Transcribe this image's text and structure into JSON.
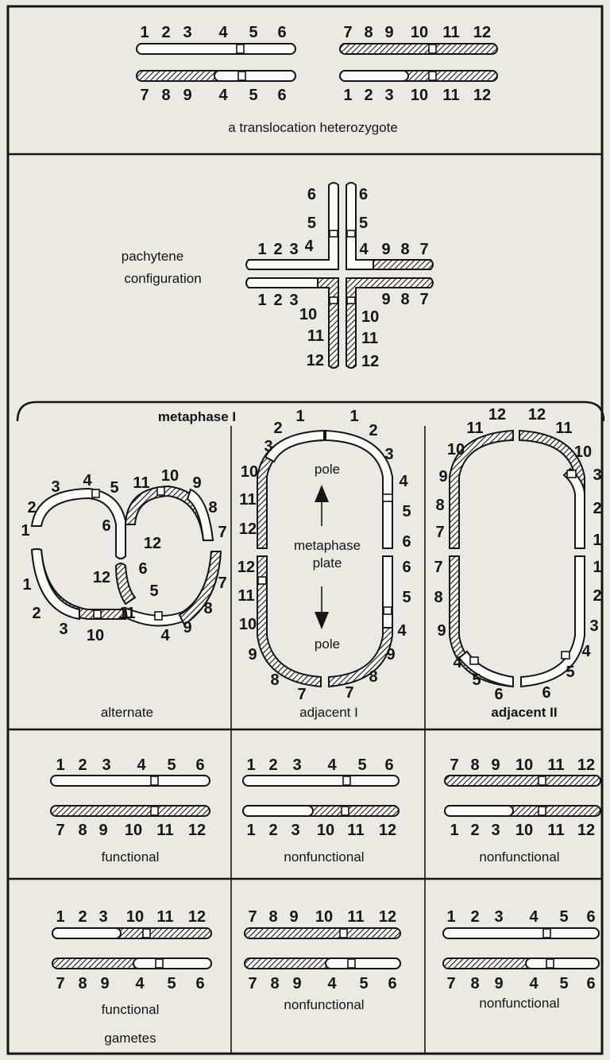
{
  "panel_top": {
    "top_left_numbers": [
      "1",
      "2",
      "3",
      "4",
      "5",
      "6"
    ],
    "top_right_numbers": [
      "7",
      "8",
      "9",
      "10",
      "11",
      "12"
    ],
    "bottom_left_numbers": [
      "7",
      "8",
      "9",
      "4",
      "5",
      "6"
    ],
    "bottom_right_numbers": [
      "1",
      "2",
      "3",
      "10",
      "11",
      "12"
    ],
    "caption": "a translocation heterozygote"
  },
  "panel_pachytene": {
    "label_line1": "pachytene",
    "label_line2": "configuration",
    "arm_up_left": [
      "6",
      "5"
    ],
    "arm_up_right": [
      "6",
      "5"
    ],
    "arm_left_top": [
      "1",
      "2",
      "3",
      "4"
    ],
    "arm_right_top": [
      "4",
      "9",
      "8",
      "7"
    ],
    "arm_left_bottom": [
      "1",
      "2",
      "3",
      "10"
    ],
    "arm_right_bottom": [
      "9",
      "8",
      "7"
    ],
    "arm_down_left": [
      "11",
      "12"
    ],
    "arm_down_right": [
      "10",
      "11",
      "12"
    ]
  },
  "panel_metaphase": {
    "title": "metaphase I",
    "alternate": {
      "label": "alternate",
      "numbers_top_left": [
        "1",
        "2",
        "3",
        "4",
        "5"
      ],
      "numbers_top_right": [
        "11",
        "10",
        "9",
        "8",
        "7"
      ],
      "numbers_mid": [
        "6",
        "12",
        "12",
        "6",
        "5"
      ],
      "numbers_bottom_left": [
        "1",
        "2",
        "3",
        "10"
      ],
      "numbers_bottom_right": [
        "11",
        "4",
        "9",
        "8",
        "7"
      ]
    },
    "adjacent1": {
      "label": "adjacent I",
      "pole_top": "pole",
      "plate_line1": "metaphase",
      "plate_line2": "plate",
      "pole_bottom": "pole",
      "left_upper": [
        "1",
        "2",
        "3",
        "10",
        "11",
        "12"
      ],
      "right_upper": [
        "1",
        "2",
        "3",
        "4",
        "5",
        "6"
      ],
      "left_lower": [
        "12",
        "11",
        "10",
        "9",
        "8",
        "7"
      ],
      "right_lower": [
        "6",
        "5",
        "4",
        "9",
        "8",
        "7"
      ]
    },
    "adjacent2": {
      "label": "adjacent II",
      "left_upper": [
        "12",
        "11",
        "10",
        "9",
        "8",
        "7"
      ],
      "right_upper": [
        "12",
        "11",
        "10",
        "3",
        "2",
        "1"
      ],
      "left_lower": [
        "7",
        "8",
        "9",
        "4",
        "5",
        "6"
      ],
      "right_lower": [
        "1",
        "2",
        "3",
        "4",
        "5",
        "6"
      ]
    }
  },
  "panel_products_row1": [
    {
      "top": [
        "1",
        "2",
        "3",
        "4",
        "5",
        "6"
      ],
      "bottom": [
        "7",
        "8",
        "9",
        "10",
        "11",
        "12"
      ],
      "label": "functional"
    },
    {
      "top": [
        "1",
        "2",
        "3",
        "4",
        "5",
        "6"
      ],
      "bottom": [
        "1",
        "2",
        "3",
        "10",
        "11",
        "12"
      ],
      "label": "nonfunctional"
    },
    {
      "top": [
        "7",
        "8",
        "9",
        "10",
        "11",
        "12"
      ],
      "bottom": [
        "1",
        "2",
        "3",
        "10",
        "11",
        "12"
      ],
      "label": "nonfunctional"
    }
  ],
  "panel_products_row2": [
    {
      "top": [
        "1",
        "2",
        "3",
        "10",
        "11",
        "12"
      ],
      "bottom": [
        "7",
        "8",
        "9",
        "4",
        "5",
        "6"
      ],
      "label": "functional"
    },
    {
      "top": [
        "7",
        "8",
        "9",
        "10",
        "11",
        "12"
      ],
      "bottom": [
        "7",
        "8",
        "9",
        "4",
        "5",
        "6"
      ],
      "label": "nonfunctional"
    },
    {
      "top": [
        "1",
        "2",
        "3",
        "4",
        "5",
        "6"
      ],
      "bottom": [
        "7",
        "8",
        "9",
        "4",
        "5",
        "6"
      ],
      "label": "nonfunctional"
    }
  ],
  "gametes_label": "gametes"
}
